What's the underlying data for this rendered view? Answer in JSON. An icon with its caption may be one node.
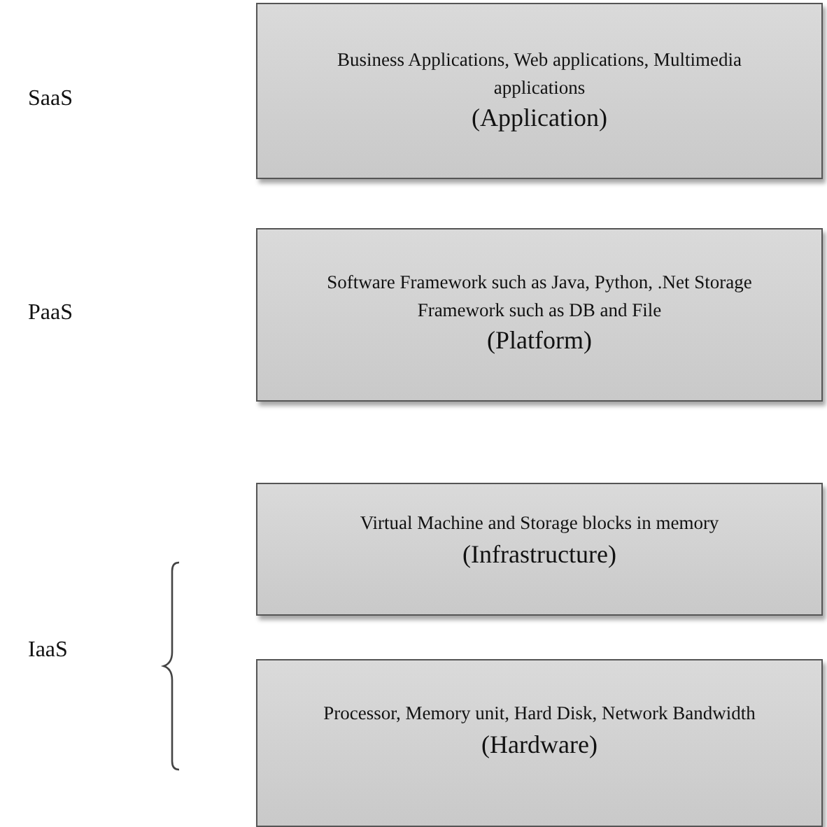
{
  "diagram": {
    "nodes": [
      {
        "text": [
          "Business Applications, Web applications, Multimedia applications",
          "(Application)"
        ]
      },
      {
        "text": [
          "Software Framework such as Java, Python, .Net Storage Framework such as DB and File",
          "(Platform)"
        ]
      },
      {
        "text": [
          "Virtual Machine and Storage blocks in memory",
          "(Infrastructure)"
        ]
      },
      {
        "text": [
          "Processor, Memory unit, Hard Disk, Network Bandwidth",
          "(Hardware)"
        ]
      }
    ],
    "labels": [
      "SaaS",
      "PaaS",
      "IaaS"
    ]
  }
}
